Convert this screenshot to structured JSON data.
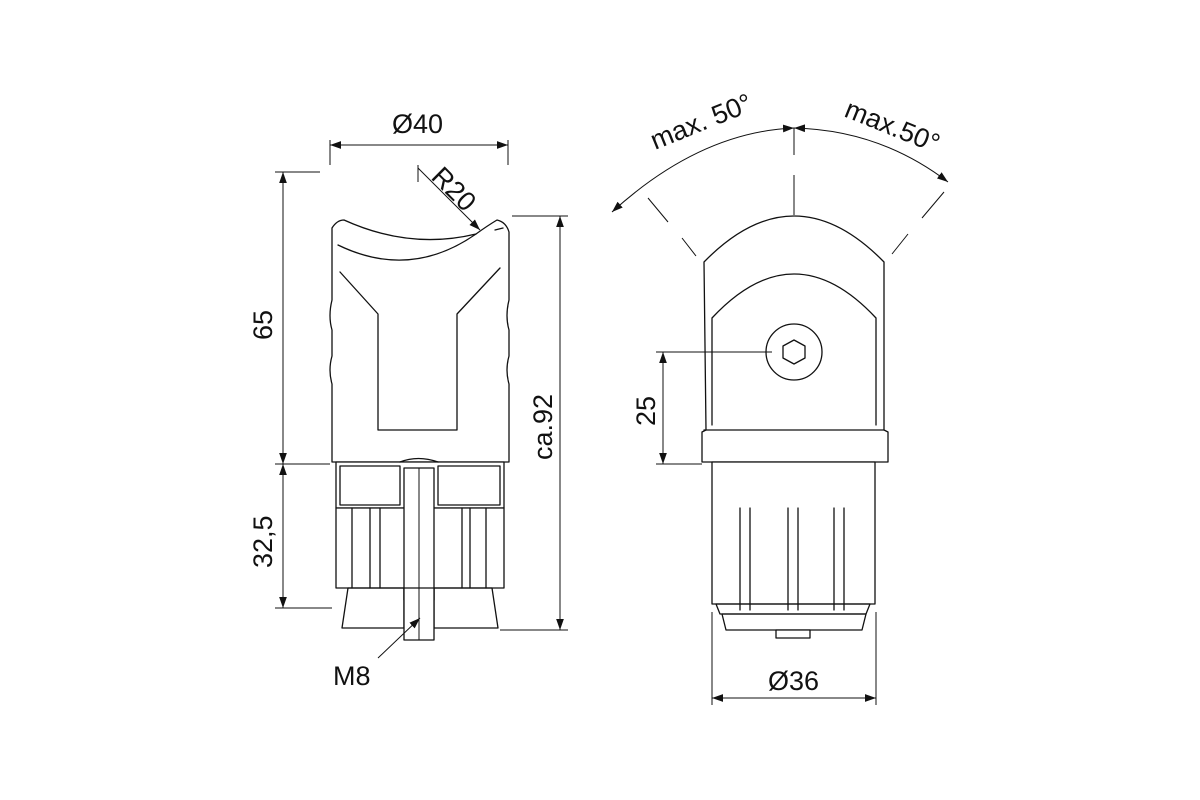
{
  "dimensions": {
    "dia40": "Ø40",
    "r20": "R20",
    "h65": "65",
    "h32": "32,5",
    "ca92": "ca.92",
    "m8": "M8",
    "max50_left": "max. 50°",
    "max50_right": "max.50°",
    "h25": "25",
    "dia36": "Ø36"
  },
  "colors": {
    "line": "#111111",
    "background": "#ffffff"
  }
}
